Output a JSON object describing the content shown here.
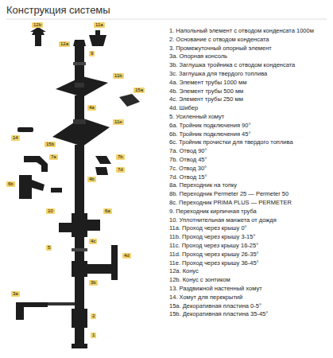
{
  "diagram": {
    "title": "Конструкция системы",
    "labels": [
      "12b",
      "11a",
      "9",
      "12a",
      "11b",
      "15a",
      "4a",
      "11e",
      "15b",
      "14",
      "7a",
      "6b",
      "4b",
      "7b",
      "7d",
      "6a",
      "4c",
      "4d",
      "10",
      "5",
      "3a",
      "3b",
      "2",
      "1",
      "1. Напольный элемент с отводом конденсата 1000м",
      "2. Основание с отводом конденсата",
      "3. Промежуточный опорный элемент",
      "3a. Опорная консоль",
      "3b. Заглушка тройника с отводом конденсата",
      "3c. Заглушка для твердого топлива",
      "4a. Элемент трубы 1000 мм",
      "4b. Элемент трубы 500 мм",
      "4c. Элемент трубы 250 мм",
      "4d. Шибер",
      "5. Усиленный хомут",
      "6a. Тройник подключения 90°",
      "6b. Тройник подключения 45°",
      "6c. Тройник прочистки для твердого топлива",
      "7a. Отвод 90°",
      "7b. Отвод 45°",
      "7c. Отвод 30°",
      "7d. Отвод 15°",
      "8a. Переходник на топку",
      "8b. Переходник Permeter 25 — Permeter 50",
      "8c. Переходник PRIMA PLUS — PERMETER",
      "9. Переходник кирпичная труба",
      "10. Уплотнительная манжета от дождя",
      "11a. Проход через крышу 0°",
      "11b. Проход через крышу 3-15°",
      "11c. Проход через крышу 16-25°",
      "11d. Проход через крышу 26-35°",
      "11e. Проход через крышу 36-45°",
      "12a. Конус",
      "12b. Конус с зонтиком",
      "13. Раздвижной настенный хомут",
      "14. Хомут для перекрытий",
      "15a. Декоративная пластина 0-5°",
      "15b. Декоративная пластина 35-45°"
    ]
  }
}
